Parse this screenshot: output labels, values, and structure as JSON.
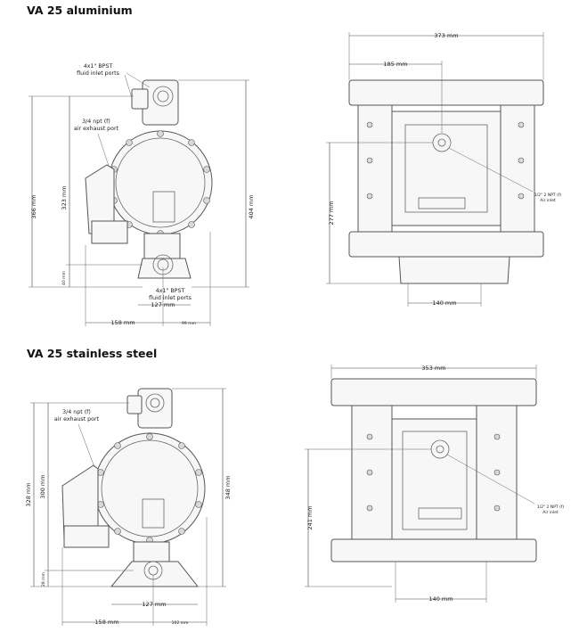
{
  "sections": [
    {
      "title": "VA 25 aluminium",
      "side_view": {
        "callout_top": [
          "4x1\" BPST",
          "fluid inlet ports"
        ],
        "callout_exhaust": [
          "3/4 npt (f)",
          "air exhaust port"
        ],
        "callout_bottom": [
          "4x1\" BPST",
          "fluid inlet ports"
        ],
        "height_total": "366 mm",
        "height_inner": "323 mm",
        "height_right": "404 mm",
        "height_base": "40 mm",
        "width_base": "127 mm",
        "width_left": "158 mm",
        "width_right": "99 mm"
      },
      "top_view": {
        "width_total": "373 mm",
        "width_half": "185 mm",
        "height": "277 mm",
        "width_bottom": "140 mm",
        "callout_air": [
          "1/2\" 2 NPT (f)",
          "Air inlet"
        ]
      }
    },
    {
      "title": "VA 25 stainless steel",
      "side_view": {
        "callout_exhaust": [
          "3/4 npt (f)",
          "air exhaust port"
        ],
        "height_total": "328 mm",
        "height_inner": "300 mm",
        "height_right": "348 mm",
        "height_base": "28 mm",
        "width_base": "127 mm",
        "width_left": "158 mm",
        "width_right": "102 mm"
      },
      "top_view": {
        "width_total": "353 mm",
        "height": "241 mm",
        "width_bottom": "140 mm",
        "callout_air": [
          "1/2\" 2 NPT (f)",
          "Air inlet"
        ]
      }
    }
  ]
}
